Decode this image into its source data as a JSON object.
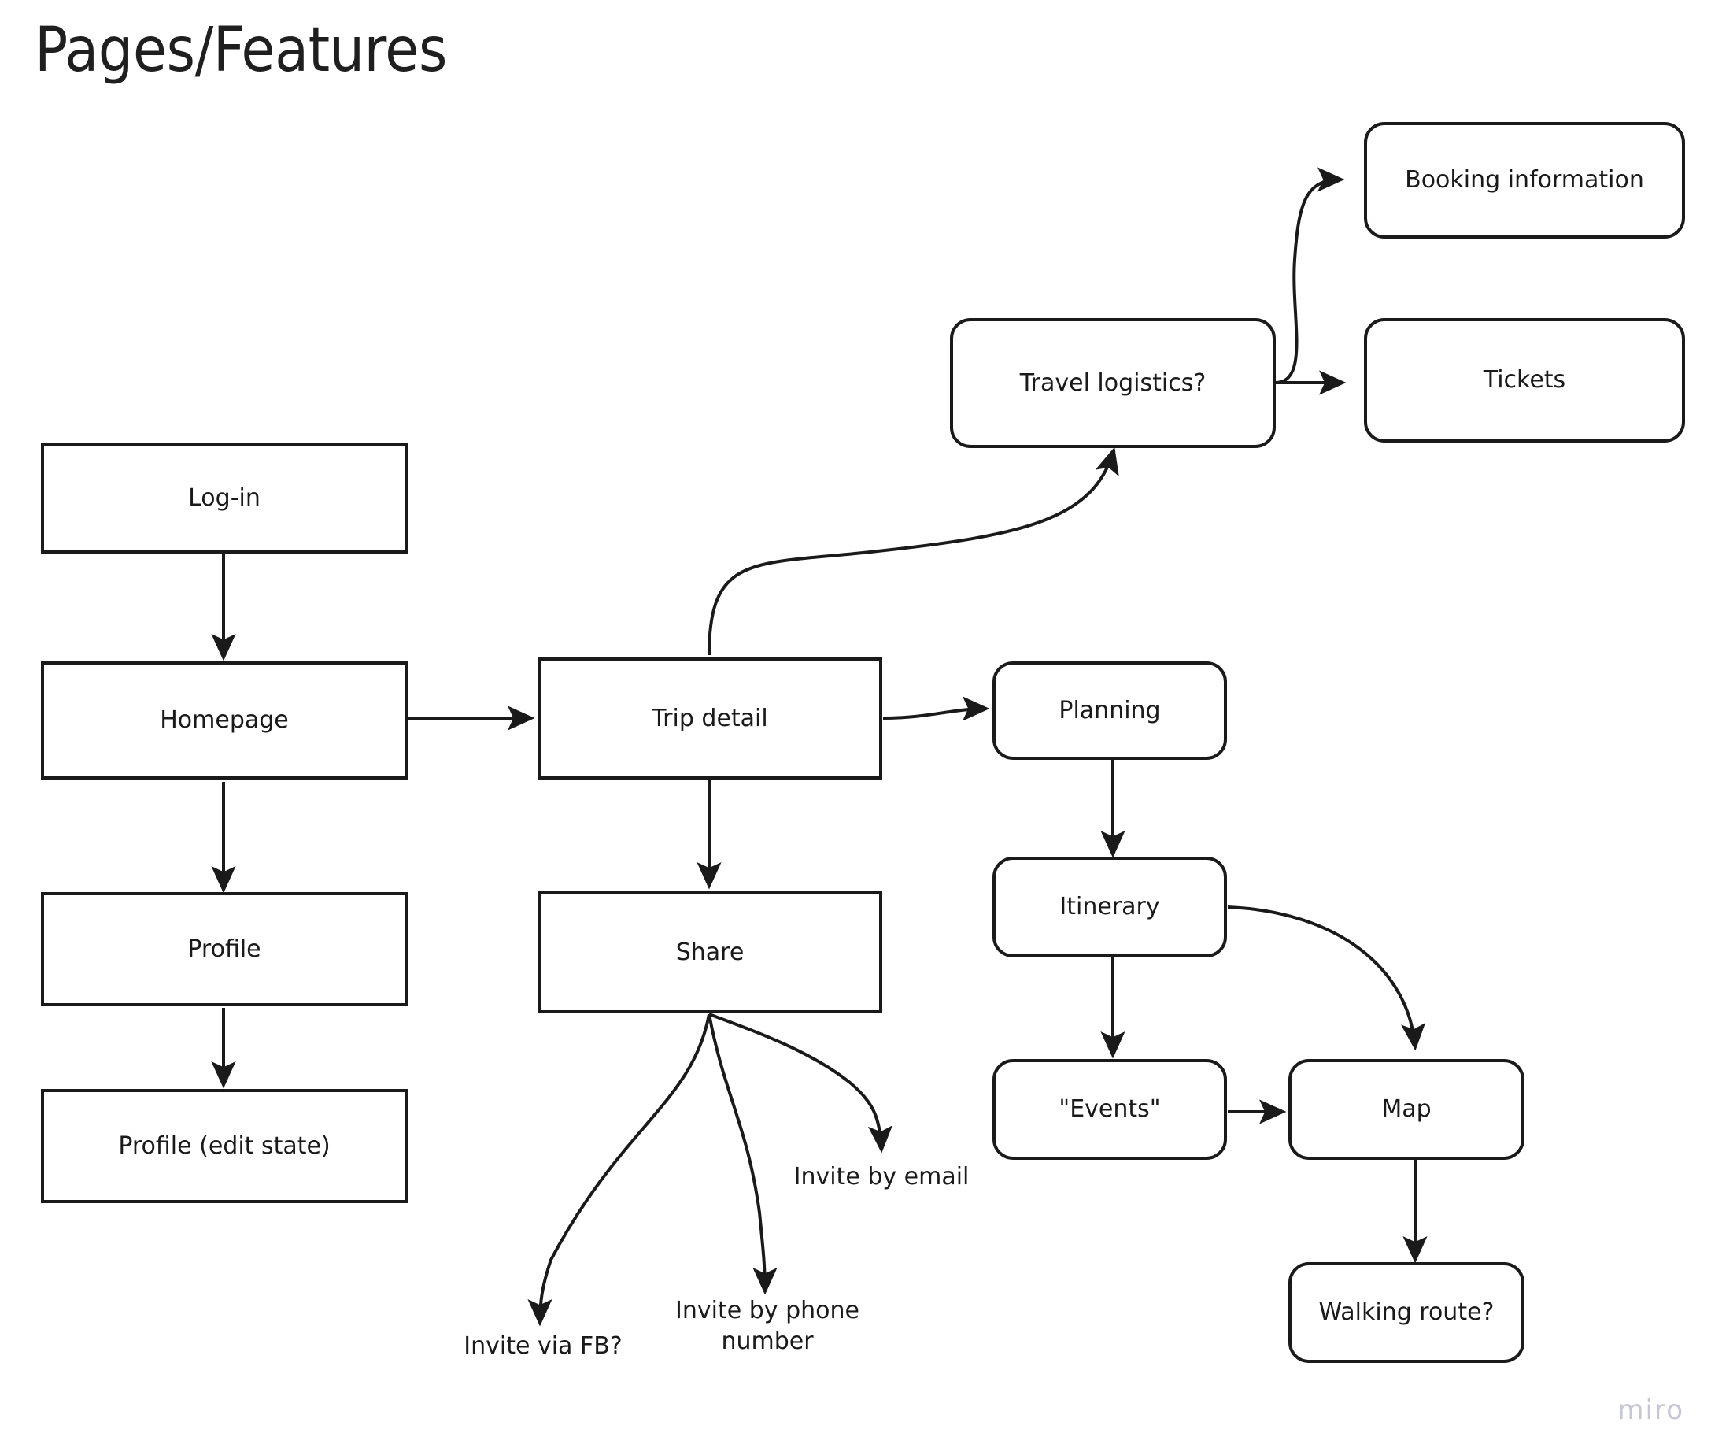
{
  "title": "Pages/Features",
  "watermark": "miro",
  "colors": {
    "background": "#ffffff",
    "stroke": "#1a1a1a",
    "text": "#1a1a1a",
    "title": "#1f1f1f",
    "watermark": "#c6c6d4"
  },
  "nodes": {
    "login": {
      "label": "Log-in",
      "shape": "rectangle"
    },
    "homepage": {
      "label": "Homepage",
      "shape": "rectangle"
    },
    "profile": {
      "label": "Profile",
      "shape": "rectangle"
    },
    "profile_edit": {
      "label": "Profile (edit state)",
      "shape": "rectangle"
    },
    "trip_detail": {
      "label": "Trip detail",
      "shape": "rectangle"
    },
    "share": {
      "label": "Share",
      "shape": "rectangle"
    },
    "travel_logistics": {
      "label": "Travel logistics?",
      "shape": "rounded-rectangle"
    },
    "booking_information": {
      "label": "Booking information",
      "shape": "rounded-rectangle"
    },
    "tickets": {
      "label": "Tickets",
      "shape": "rounded-rectangle"
    },
    "planning": {
      "label": "Planning",
      "shape": "rounded-rectangle"
    },
    "itinerary": {
      "label": "Itinerary",
      "shape": "rounded-rectangle"
    },
    "events": {
      "label": "\"Events\"",
      "shape": "rounded-rectangle"
    },
    "map": {
      "label": "Map",
      "shape": "rounded-rectangle"
    },
    "walking_route": {
      "label": "Walking route?",
      "shape": "rounded-rectangle"
    }
  },
  "labels": {
    "invite_fb": "Invite via FB?",
    "invite_phone": "Invite by phone\nnumber",
    "invite_email": "Invite by email"
  },
  "edges": [
    {
      "from": "login",
      "to": "homepage",
      "style": "straight-down"
    },
    {
      "from": "homepage",
      "to": "profile",
      "style": "straight-down"
    },
    {
      "from": "profile",
      "to": "profile_edit",
      "style": "straight-down"
    },
    {
      "from": "homepage",
      "to": "trip_detail",
      "style": "straight-right"
    },
    {
      "from": "trip_detail",
      "to": "share",
      "style": "straight-down"
    },
    {
      "from": "trip_detail",
      "to": "travel_logistics",
      "style": "curved-up-right"
    },
    {
      "from": "trip_detail",
      "to": "planning",
      "style": "straight-right"
    },
    {
      "from": "travel_logistics",
      "to": "booking_information",
      "style": "curved-up-right"
    },
    {
      "from": "travel_logistics",
      "to": "tickets",
      "style": "straight-right"
    },
    {
      "from": "planning",
      "to": "itinerary",
      "style": "straight-down"
    },
    {
      "from": "itinerary",
      "to": "events",
      "style": "straight-down"
    },
    {
      "from": "itinerary",
      "to": "map",
      "style": "curved-down-right"
    },
    {
      "from": "events",
      "to": "map",
      "style": "straight-right"
    },
    {
      "from": "map",
      "to": "walking_route",
      "style": "straight-down"
    },
    {
      "from": "share",
      "to": "invite_fb",
      "style": "curved-fan-left"
    },
    {
      "from": "share",
      "to": "invite_phone",
      "style": "curved-fan-center"
    },
    {
      "from": "share",
      "to": "invite_email",
      "style": "curved-fan-right"
    }
  ]
}
